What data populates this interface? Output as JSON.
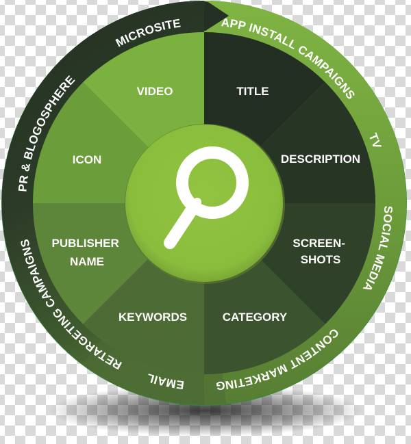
{
  "diagram": {
    "center": {
      "icon": "magnifying-glass-icon",
      "fill_color": "#8fc03f"
    },
    "inner_wedges": [
      {
        "label_lines": [
          "TITLE"
        ],
        "color": "#232f22"
      },
      {
        "label_lines": [
          "DESCRIPTION"
        ],
        "color": "#273525"
      },
      {
        "label_lines": [
          "SCREEN-",
          "SHOTS"
        ],
        "color": "#2f4229"
      },
      {
        "label_lines": [
          "CATEGORY"
        ],
        "color": "#3b532f"
      },
      {
        "label_lines": [
          "KEYWORDS"
        ],
        "color": "#4d6c35"
      },
      {
        "label_lines": [
          "PUBLISHER",
          "NAME"
        ],
        "color": "#5d863b"
      },
      {
        "label_lines": [
          "ICON"
        ],
        "color": "#6b9e3b"
      },
      {
        "label_lines": [
          "VIDEO"
        ],
        "color": "#7ab13f"
      }
    ],
    "outer_ring": {
      "labels": [
        {
          "text": "MICROSITE",
          "highlight": "arrow-band"
        },
        {
          "text": "APP INSTALL CAMPAIGNS"
        },
        {
          "text": "TV"
        },
        {
          "text": "SOCIAL MEDIA"
        },
        {
          "text": "CONTENT MARKETING"
        },
        {
          "text": "EMAIL"
        },
        {
          "text": "RETARGETING CAMPAIGNS"
        },
        {
          "text": "PR & BLOGOSPHERE"
        }
      ],
      "dark_band_color": "#253024",
      "light_band_color": "#7cb342",
      "border_color": "#2e8b3a"
    }
  }
}
